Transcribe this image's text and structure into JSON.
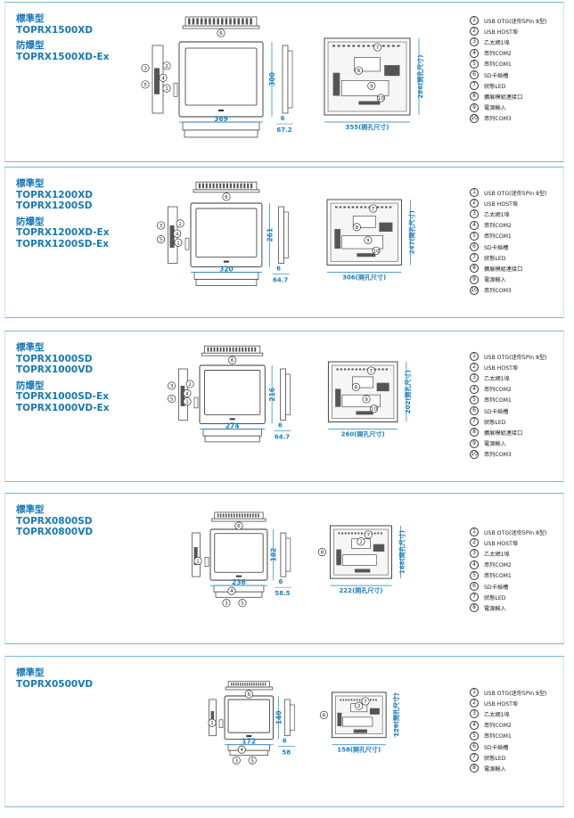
{
  "sections": [
    {
      "model_groups": [
        {
          "label": "標準型",
          "names": [
            "TOPRX1500XD"
          ]
        },
        {
          "label": "防爆型",
          "names": [
            "TOPRX1500XD-Ex"
          ]
        }
      ],
      "dims": {
        "width": "369",
        "height": "300",
        "depth_front": "6",
        "depth_total": "67.2",
        "cutout_width": "355",
        "cutout_height": "286"
      },
      "legend": [
        {
          "num": "1",
          "label": "USB OTG(迷你5Pin 8型)"
        },
        {
          "num": "2",
          "label": "USB HOST埠"
        },
        {
          "num": "3",
          "label": "乙太網1埠"
        },
        {
          "num": "4",
          "label": "串列COM2"
        },
        {
          "num": "5",
          "label": "串列COM1"
        },
        {
          "num": "6",
          "label": "SD卡插槽"
        },
        {
          "num": "7",
          "label": "狀態LED"
        },
        {
          "num": "8",
          "label": "擴展模組連接口"
        },
        {
          "num": "9",
          "label": "電源輸入"
        },
        {
          "num": "10",
          "label": "串列COM3"
        }
      ]
    },
    {
      "model_groups": [
        {
          "label": "標準型",
          "names": [
            "TOPRX1200XD",
            "TOPRX1200SD"
          ]
        },
        {
          "label": "防爆型",
          "names": [
            "TOPRX1200XD-Ex",
            "TOPRX1200SD-Ex"
          ]
        }
      ],
      "dims": {
        "width": "320",
        "height": "261",
        "depth_front": "6",
        "depth_total": "64.7",
        "cutout_width": "306",
        "cutout_height": "247"
      },
      "legend": [
        {
          "num": "1",
          "label": "USB OTG(迷你5Pin 8型)"
        },
        {
          "num": "2",
          "label": "USB HOST埠"
        },
        {
          "num": "3",
          "label": "乙太網1埠"
        },
        {
          "num": "4",
          "label": "串列COM2"
        },
        {
          "num": "5",
          "label": "串列COM1"
        },
        {
          "num": "6",
          "label": "SD卡插槽"
        },
        {
          "num": "7",
          "label": "狀態LED"
        },
        {
          "num": "8",
          "label": "擴展模組連接口"
        },
        {
          "num": "9",
          "label": "電源輸入"
        },
        {
          "num": "10",
          "label": "串列COM3"
        }
      ]
    },
    {
      "model_groups": [
        {
          "label": "標準型",
          "names": [
            "TOPRX1000SD",
            "TOPRX1000VD"
          ]
        },
        {
          "label": "防爆型",
          "names": [
            "TOPRX1000SD-Ex",
            "TOPRX1000VD-Ex"
          ]
        }
      ],
      "dims": {
        "width": "274",
        "height": "216",
        "depth_front": "6",
        "depth_total": "64.7",
        "cutout_width": "260",
        "cutout_height": "202"
      },
      "legend": [
        {
          "num": "1",
          "label": "USB OTG(迷你5Pin 8型)"
        },
        {
          "num": "2",
          "label": "USB HOST埠"
        },
        {
          "num": "3",
          "label": "乙太網1埠"
        },
        {
          "num": "4",
          "label": "串列COM2"
        },
        {
          "num": "5",
          "label": "串列COM1"
        },
        {
          "num": "6",
          "label": "SD卡插槽"
        },
        {
          "num": "7",
          "label": "狀態LED"
        },
        {
          "num": "8",
          "label": "擴展模組連接口"
        },
        {
          "num": "9",
          "label": "電源輸入"
        },
        {
          "num": "10",
          "label": "串列COM3"
        }
      ]
    },
    {
      "model_groups": [
        {
          "label": "標準型",
          "names": [
            "TOPRX0800SD",
            "TOPRX0800VD"
          ]
        }
      ],
      "dims": {
        "width": "236",
        "height": "182",
        "depth_front": "6",
        "depth_total": "58.5",
        "cutout_width": "222",
        "cutout_height": "168"
      },
      "legend": [
        {
          "num": "1",
          "label": "USB OTG(迷你5Pin 8型)"
        },
        {
          "num": "2",
          "label": "USB HOST埠"
        },
        {
          "num": "3",
          "label": "乙太網1埠"
        },
        {
          "num": "4",
          "label": "串列COM2"
        },
        {
          "num": "5",
          "label": "串列COM1"
        },
        {
          "num": "6",
          "label": "SD卡插槽"
        },
        {
          "num": "7",
          "label": "狀態LED"
        },
        {
          "num": "8",
          "label": "電源輸入"
        }
      ]
    },
    {
      "model_groups": [
        {
          "label": "標準型",
          "names": [
            "TOPRX0500VD"
          ]
        }
      ],
      "dims": {
        "width": "172",
        "height": "140",
        "depth_front": "6",
        "depth_total": "58",
        "cutout_width": "158",
        "cutout_height": "126"
      },
      "legend": [
        {
          "num": "1",
          "label": "USB OTG(迷你5Pin 8型)"
        },
        {
          "num": "2",
          "label": "USB HOST埠"
        },
        {
          "num": "3",
          "label": "乙太網1埠"
        },
        {
          "num": "4",
          "label": "串列COM2"
        },
        {
          "num": "5",
          "label": "串列COM1"
        },
        {
          "num": "6",
          "label": "SD卡插槽"
        },
        {
          "num": "7",
          "label": "狀態LED"
        },
        {
          "num": "8",
          "label": "電源輸入"
        }
      ]
    }
  ],
  "cutout_suffix": "(開孔尺寸)",
  "colors": {
    "accent": "#1678b8",
    "dim_line": "#1a7fc1",
    "border": "#7fb5d6",
    "drawing": "#333333"
  }
}
